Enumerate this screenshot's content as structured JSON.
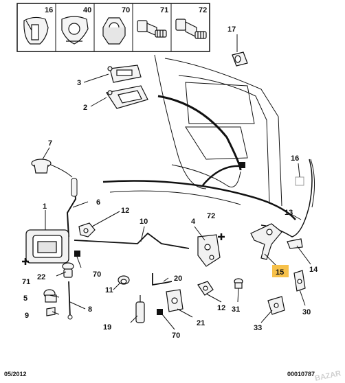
{
  "header_parts": [
    {
      "label": "16",
      "icon": "plastic-clip-icon"
    },
    {
      "label": "40",
      "icon": "plastic-clip-icon"
    },
    {
      "label": "70",
      "icon": "hex-nut-icon"
    },
    {
      "label": "71",
      "icon": "bolt-icon"
    },
    {
      "label": "72",
      "icon": "bolt-icon"
    }
  ],
  "callouts": {
    "c1": "1",
    "c2": "2",
    "c3": "3",
    "c4": "4",
    "c5": "5",
    "c6": "6",
    "c7": "7",
    "c8": "8",
    "c9": "9",
    "c10": "10",
    "c11": "11",
    "c12a": "12",
    "c12b": "12",
    "c13": "13",
    "c14": "14",
    "c15": "15",
    "c16": "16",
    "c17": "17",
    "c19": "19",
    "c20": "20",
    "c21": "21",
    "c22": "22",
    "c30": "30",
    "c31": "31",
    "c33": "33",
    "c70a": "70",
    "c70b": "70",
    "c71": "71",
    "c72": "72"
  },
  "highlight_color": "#f7c14a",
  "footer": {
    "date": "05/2012",
    "code": "00010787"
  },
  "watermark": "BAZAR"
}
